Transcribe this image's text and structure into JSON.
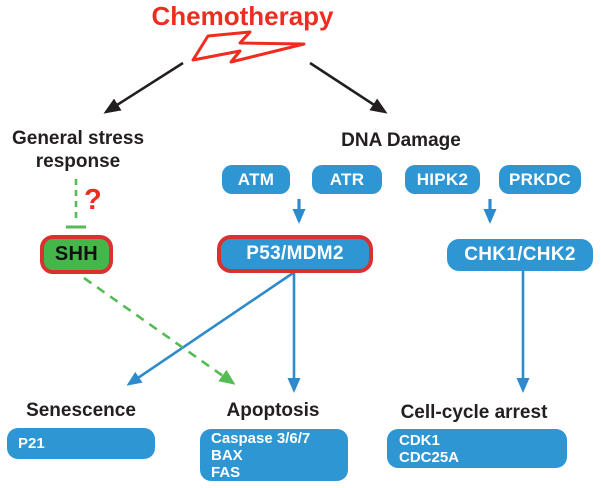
{
  "palette": {
    "title_red": "#ee2d20",
    "node_blue": "#2e96d3",
    "arrow_blue": "#2e8bcb",
    "green_fill": "#45b649",
    "green_arrow": "#55bb55",
    "red_outline": "#d93030",
    "text_black": "#231f20"
  },
  "header": {
    "title": "Chemotherapy",
    "bolt_icon": "lightning-bolt"
  },
  "branches": {
    "stress": "General stress response",
    "dna_damage": "DNA Damage"
  },
  "uncertainty_mark": "?",
  "nodes": {
    "shh": "SHH",
    "atm": "ATM",
    "atr": "ATR",
    "hipk2": "HIPK2",
    "prkdc": "PRKDC",
    "p53_mdm2": "P53/MDM2",
    "chk1_chk2": "CHK1/CHK2"
  },
  "outcomes": {
    "senescence": {
      "label": "Senescence",
      "genes": [
        "P21"
      ]
    },
    "apoptosis": {
      "label": "Apoptosis",
      "genes": [
        "Caspase 3/6/7",
        "BAX",
        "FAS"
      ]
    },
    "cell_cycle_arrest": {
      "label": "Cell-cycle arrest",
      "genes": [
        "CDK1",
        "CDC25A"
      ]
    }
  }
}
